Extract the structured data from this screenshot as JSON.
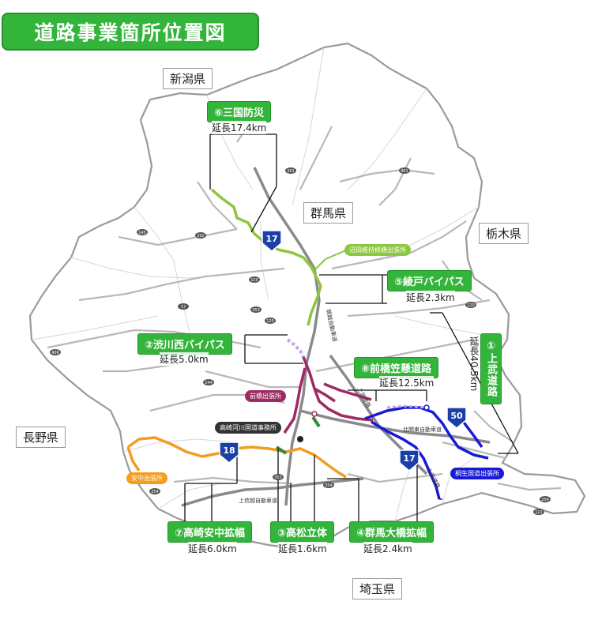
{
  "title": "道路事業箇所位置図",
  "prefectures": {
    "niigata": "新潟県",
    "gunma": "群馬県",
    "tochigi": "栃木県",
    "nagano": "長野県",
    "saitama": "埼玉県"
  },
  "projects": [
    {
      "label": "①上武道路",
      "length": "延長40.5km",
      "color": "#1a1ad6"
    },
    {
      "label": "②渋川西バイパス",
      "length": "延長5.0km",
      "color": "#c7a6e6"
    },
    {
      "label": "③高松立体",
      "length": "延長1.6km",
      "color": "#2e8b3c"
    },
    {
      "label": "④群馬大橋拡幅",
      "length": "延長2.4km",
      "color": "#2e8b3c"
    },
    {
      "label": "⑤綾戸バイパス",
      "length": "延長2.3km",
      "color": "#8dc63f"
    },
    {
      "label": "⑥三国防災",
      "length": "延長17.4km",
      "color": "#8dc63f"
    },
    {
      "label": "⑦高崎安中拡幅",
      "length": "延長6.0km",
      "color": "#f39c1f"
    },
    {
      "label": "⑧前橋笠懸道路",
      "length": "延長12.5km",
      "color": "#9e2a64"
    }
  ],
  "offices": {
    "numata": "沼田維持修繕出張所",
    "maebashi": "前橋出張所",
    "takasaki": "高崎河川国道事務所",
    "annaka": "安中出張所",
    "kiryu": "桐生国道出張所"
  },
  "route_shields": {
    "r17_north": "17",
    "r17_south": "17",
    "r18": "18",
    "r50": "50"
  },
  "road_labels": {
    "kanetsu": "関越自動車道",
    "joshinetsu": "上信越自動車道",
    "kitakanto": "北関東自動車道",
    "jobu1": "上武道路",
    "jobu2": "上武道路"
  },
  "prefectural_road_numbers": [
    "401",
    "291",
    "120",
    "145",
    "292",
    "406",
    "17",
    "120",
    "353",
    "144",
    "120",
    "254",
    "353",
    "354",
    "122",
    "254"
  ],
  "colors": {
    "accent_green": "#33b43a",
    "boundary": "#9a9a9a",
    "other_roads": "#b8b8b8",
    "jobu": "#1a1ad6",
    "kasakake": "#9e2a64",
    "mikuni": "#8dc63f",
    "takasaki_annaka": "#f39c1f",
    "shibukawa": "#c7a6e6",
    "expressway": "#8a8a8a"
  }
}
